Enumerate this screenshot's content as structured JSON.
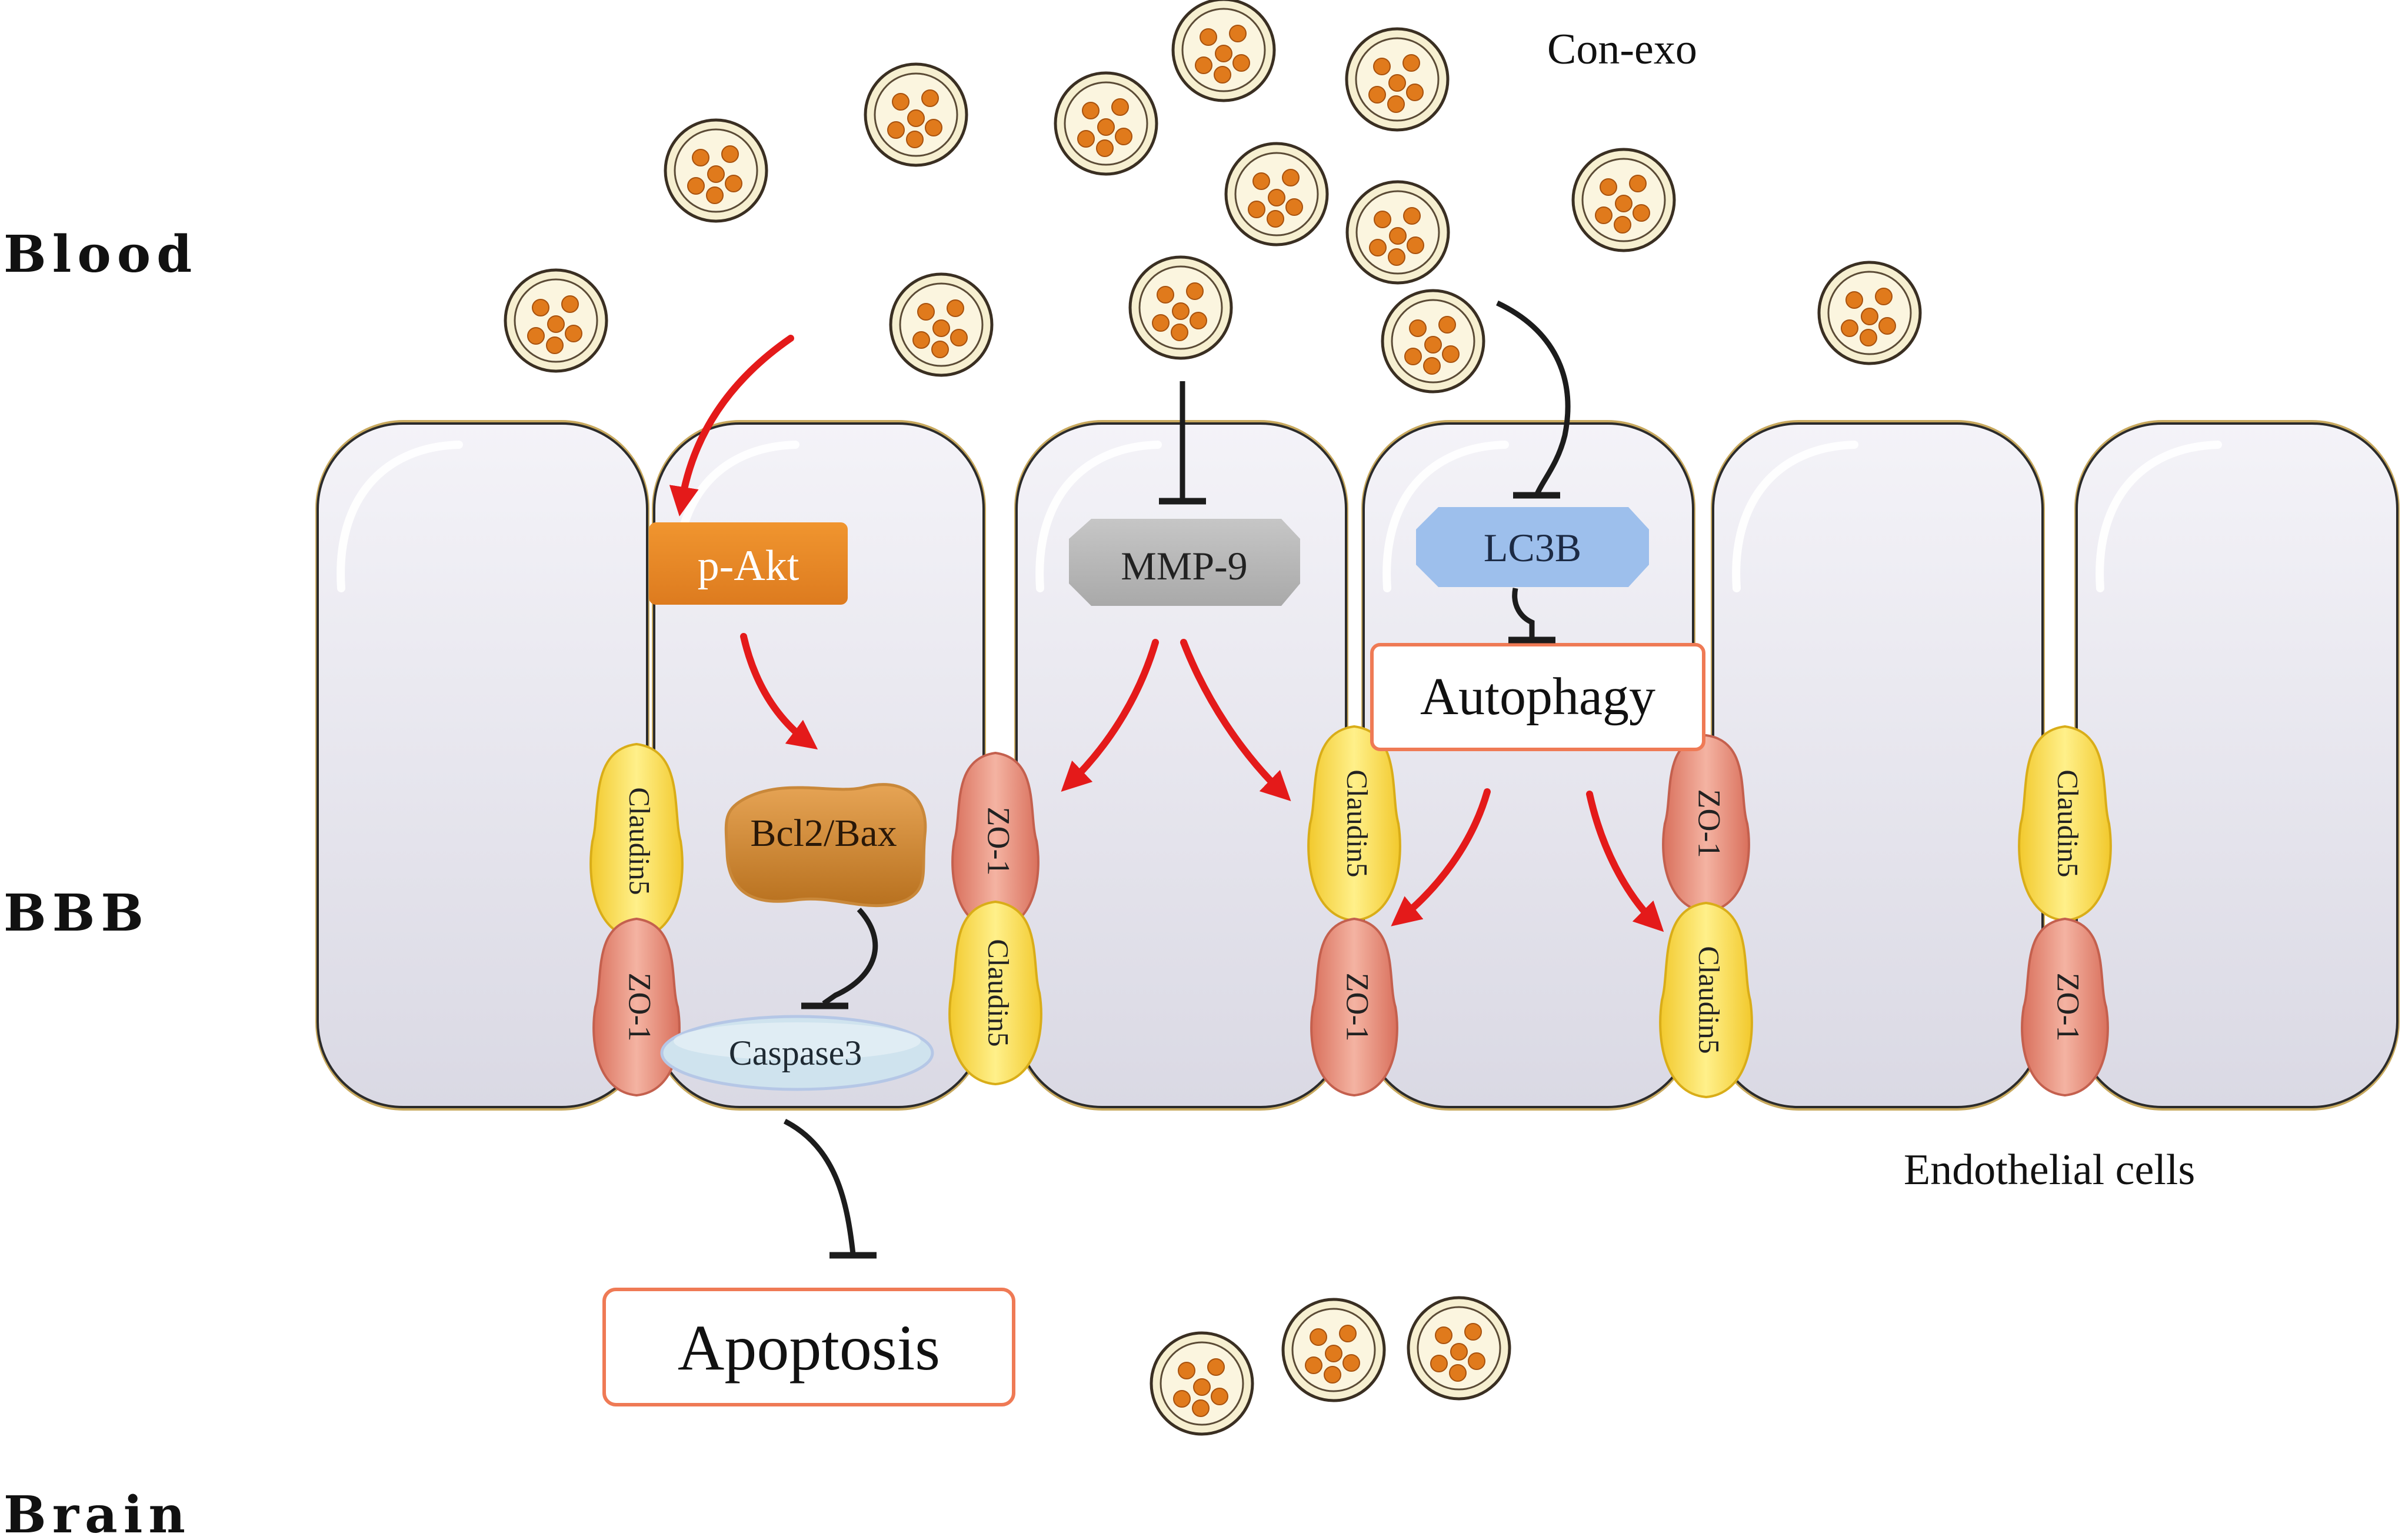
{
  "regions": {
    "blood": "Blood",
    "bbb": "BBB",
    "brain": "Brain"
  },
  "labels": {
    "con_exo": "Con-exo",
    "endothelial": "Endothelial cells",
    "p_akt": "p-Akt",
    "mmp9": "MMP-9",
    "lc3b": "LC3B",
    "autophagy": "Autophagy",
    "bcl2_bax": "Bcl2/Bax",
    "caspase3": "Caspase3",
    "apoptosis": "Apoptosis",
    "claudin5": "Claudin5",
    "zo1": "ZO-1"
  },
  "colors": {
    "cell_fill": "#e4e3ec",
    "cell_stroke": "#2b2b2b",
    "cell_rim": "#c8a95e",
    "p_akt": "#e8862a",
    "mmp9": "#b7b7b7",
    "lc3b": "#9dbfec",
    "bcl2": "#d08c36",
    "caspase": "#d5e5ef",
    "claudin": "#f7d94a",
    "zo1": "#e08c78",
    "activation_arrow": "#e41a1a",
    "inhibition_line": "#1c1c1c",
    "box_border": "#ef7a55",
    "exosome_fill": "#f8f1d4",
    "exosome_dot": "#e07a1c"
  },
  "icons": {
    "exosome": "exosome-vesicle-icon",
    "activation": "red-activation-arrow",
    "inhibition": "t-bar-inhibition-line"
  }
}
